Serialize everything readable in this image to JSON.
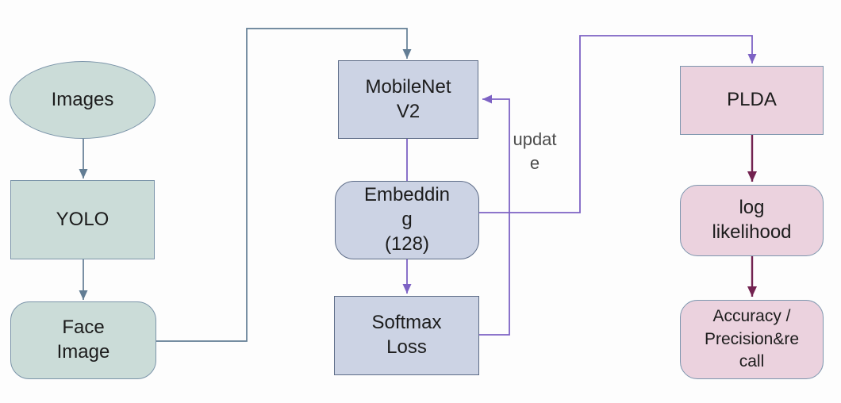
{
  "diagram": {
    "nodes": {
      "images": {
        "label": "Images"
      },
      "yolo": {
        "label": "YOLO"
      },
      "face_image": {
        "label": "Face\nImage"
      },
      "mobilenet_v2": {
        "label": "MobileNet\nV2"
      },
      "embedding": {
        "label": "Embeddin\ng\n(128)"
      },
      "softmax_loss": {
        "label": "Softmax\nLoss"
      },
      "plda": {
        "label": "PLDA"
      },
      "log_likelihood": {
        "label": "log\nlikelihood"
      },
      "accuracy": {
        "label": "Accuracy /\nPrecision&re\ncall"
      }
    },
    "edge_labels": {
      "update": "updat\ne"
    },
    "colors": {
      "bg": "#fdfdfd",
      "green_fill": "#cbdcd8",
      "green_border": "#7b94a9",
      "blue_fill": "#ccd3e4",
      "blue_border": "#5d6c87",
      "pink_fill": "#ebd2de",
      "pink_border": "#7d96ae",
      "arrow_slate": "#627d94",
      "arrow_purple": "#7d62c4",
      "arrow_maroon": "#722250",
      "label_text": "#1c1c1c",
      "edge_label_text": "#4d4d4d"
    }
  }
}
